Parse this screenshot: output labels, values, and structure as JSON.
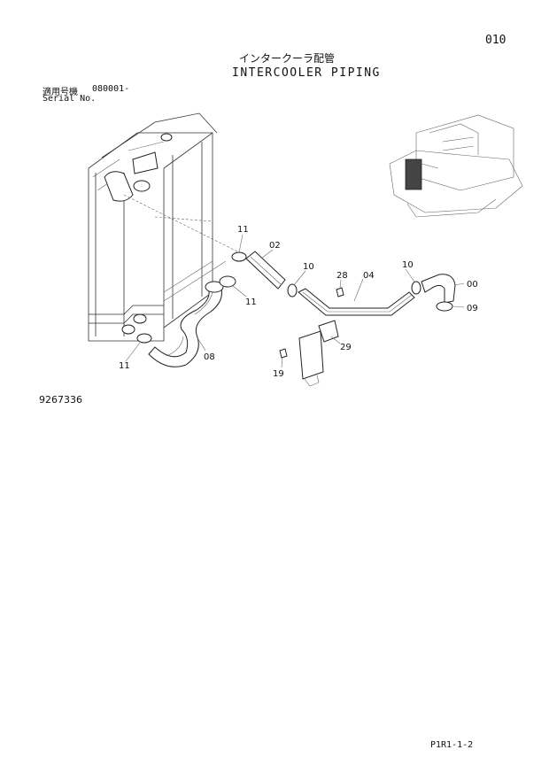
{
  "page_number": "010",
  "title_jp": "インタークーラ配管",
  "title_en": "INTERCOOLER PIPING",
  "serial_label_jp": "適用号機",
  "serial_value": "080001-",
  "serial_label_en": "Serial No.",
  "drawing_number": "9267336",
  "footer_ref": "P1R1-1-2",
  "callouts": {
    "c11a": "11",
    "c02": "02",
    "c10a": "10",
    "c28": "28",
    "c04": "04",
    "c10b": "10",
    "c00": "00",
    "c11b": "11",
    "c09": "09",
    "c29": "29",
    "c11c": "11",
    "c08": "08",
    "c19": "19"
  }
}
